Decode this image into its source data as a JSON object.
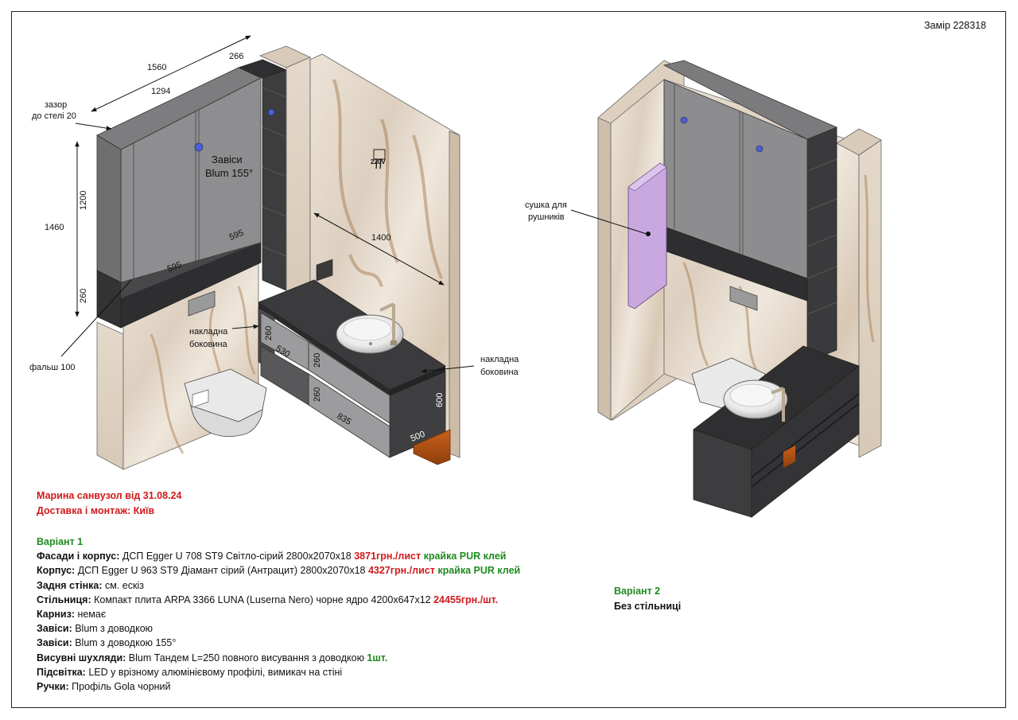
{
  "doc": {
    "ref": "Замір 228318"
  },
  "drawing1": {
    "dim_total_width": "1560",
    "dim_cabinet_width": "1294",
    "dim_column_width": "266",
    "gap_label_1": "зазор",
    "gap_label_2": "до стелі 20",
    "dim_height_total": "1460",
    "dim_height_upper": "1200",
    "dim_height_lower": "260",
    "dim_door_1": "595",
    "dim_door_2": "595",
    "hinge_label_1": "Завіси",
    "hinge_label_2": "Blum 155°",
    "dim_wall": "1400",
    "plug_label": "220V",
    "side_panel_left_1": "накладна",
    "side_panel_left_2": "боковина",
    "side_panel_right_1": "накладна",
    "side_panel_right_2": "боковина",
    "false_panel_label": "фальш 100",
    "dim_drawer_h1": "260",
    "dim_drawer_w1": "530",
    "dim_drawer_h2": "260",
    "dim_drawer_h3": "260",
    "dim_drawer_w2": "835",
    "dim_vanity_h": "600",
    "dim_vanity_d": "500"
  },
  "drawing2": {
    "towel_label_1": "сушка для",
    "towel_label_2": "рушників"
  },
  "heading": {
    "line1": "Марина санвузол від 31.08.24",
    "line2": "Доставка і монтаж: Київ"
  },
  "variant1": {
    "title": "Варіант 1",
    "rows": [
      {
        "label": "Фасади і корпус:",
        "text": " ДСП Egger U 708 ST9 Світло-сірий 2800х2070х18 ",
        "red": "3871грн./лист",
        "green": " крайка PUR клей"
      },
      {
        "label": "Корпус:",
        "text": " ДСП Egger U 963 ST9 Діамант сірий (Антрацит) 2800х2070х18 ",
        "red": "4327грн./лист",
        "green": " крайка PUR клей"
      },
      {
        "label": "Задня стінка:",
        "text": " см. ескіз",
        "red": "",
        "green": ""
      },
      {
        "label": "Стільниця:",
        "text": " Компакт плита ARPA 3366 LUNA (Luserna Nero) чорне ядро 4200х647х12 ",
        "red": "24455грн./шт.",
        "green": ""
      },
      {
        "label": "Карниз:",
        "text": " немає",
        "red": "",
        "green": ""
      },
      {
        "label": "Завіси:",
        "text": " Blum з доводкою",
        "red": "",
        "green": ""
      },
      {
        "label": "Завіси:",
        "text": " Blum з доводкою 155°",
        "red": "",
        "green": ""
      },
      {
        "label": "Висувні шухляди:",
        "text": " Blum Тандем L=250 повного висування з доводкою ",
        "red": "",
        "green": "1шт."
      },
      {
        "label": "Підсвітка:",
        "text": " LED у врізному алюмінієвому профілі, вимикач на стіні",
        "red": "",
        "green": ""
      },
      {
        "label": "Ручки:",
        "text": " Профіль Gola чорний",
        "red": "",
        "green": ""
      }
    ]
  },
  "variant2": {
    "title": "Варіант 2",
    "text": "Без стільниці"
  },
  "colors": {
    "red": "#d0191c",
    "green": "#1f8a1f",
    "light_grey": "#8c8c8c",
    "anthracite": "#3a3a3c",
    "marble": "#e7ddd0",
    "lilac": "#c9a8e0"
  }
}
